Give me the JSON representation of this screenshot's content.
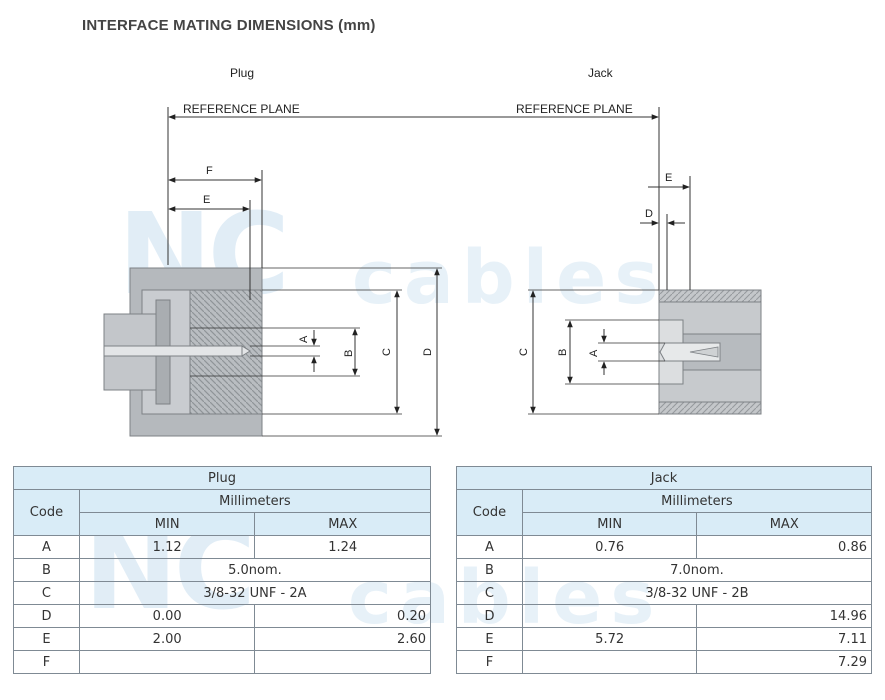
{
  "header": {
    "title": "INTERFACE MATING DIMENSIONS (mm)"
  },
  "watermark": {
    "part1": "NC",
    "part2": "cables"
  },
  "drawing": {
    "plug_label": "Plug",
    "jack_label": "Jack",
    "ref_plane_left": "REFERENCE PLANE",
    "ref_plane_right": "REFERENCE PLANE",
    "plug_dims": [
      "F",
      "E",
      "A",
      "B",
      "C",
      "D"
    ],
    "jack_dims": [
      "E",
      "D",
      "C",
      "B",
      "A"
    ]
  },
  "plug_table": {
    "title": "Plug",
    "code_header": "Code",
    "unit_header": "Millimeters",
    "min_header": "MIN",
    "max_header": "MAX",
    "rows": [
      {
        "code": "A",
        "min": "1.12",
        "max": "1.24"
      },
      {
        "code": "B",
        "nom": "5.0nom."
      },
      {
        "code": "C",
        "nom": "3/8-32 UNF - 2A"
      },
      {
        "code": "D",
        "min": "0.00",
        "max": "0.20"
      },
      {
        "code": "E",
        "min": "2.00",
        "max": "2.60"
      },
      {
        "code": "F",
        "min": "",
        "max": ""
      }
    ]
  },
  "jack_table": {
    "title": "Jack",
    "code_header": "Code",
    "unit_header": "Millimeters",
    "min_header": "MIN",
    "max_header": "MAX",
    "rows": [
      {
        "code": "A",
        "min": "0.76",
        "max": "0.86"
      },
      {
        "code": "B",
        "nom": "7.0nom."
      },
      {
        "code": "C",
        "nom": "3/8-32 UNF - 2B"
      },
      {
        "code": "D",
        "min": "",
        "max": "14.96"
      },
      {
        "code": "E",
        "min": "5.72",
        "max": "7.11"
      },
      {
        "code": "F",
        "min": "",
        "max": "7.29"
      }
    ]
  }
}
